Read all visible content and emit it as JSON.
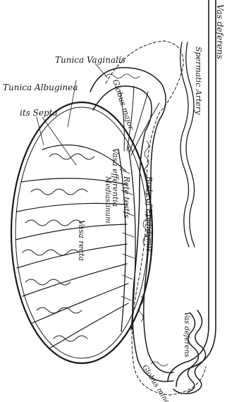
{
  "labels": {
    "tunica_vaginalis": "Tunica Vaginalis",
    "tunica_albuginea": "Tunica Albuginea",
    "its_septa": "its Septa",
    "globus_major": "Globus major",
    "vasa_efferentia": "Vasa efferentia",
    "vasa_recta": "Vasa recta",
    "rete_testis": "Rete testis",
    "mediastinum": "Mediastinum",
    "body_of_epididymis": "Body of Epididymis",
    "globus_minor": "Globus minor",
    "spermatic_artery": "Spermatic Artery",
    "vas_deferens_top": "Vas deferens",
    "vas_deferens_mid": "Vas deferens"
  }
}
